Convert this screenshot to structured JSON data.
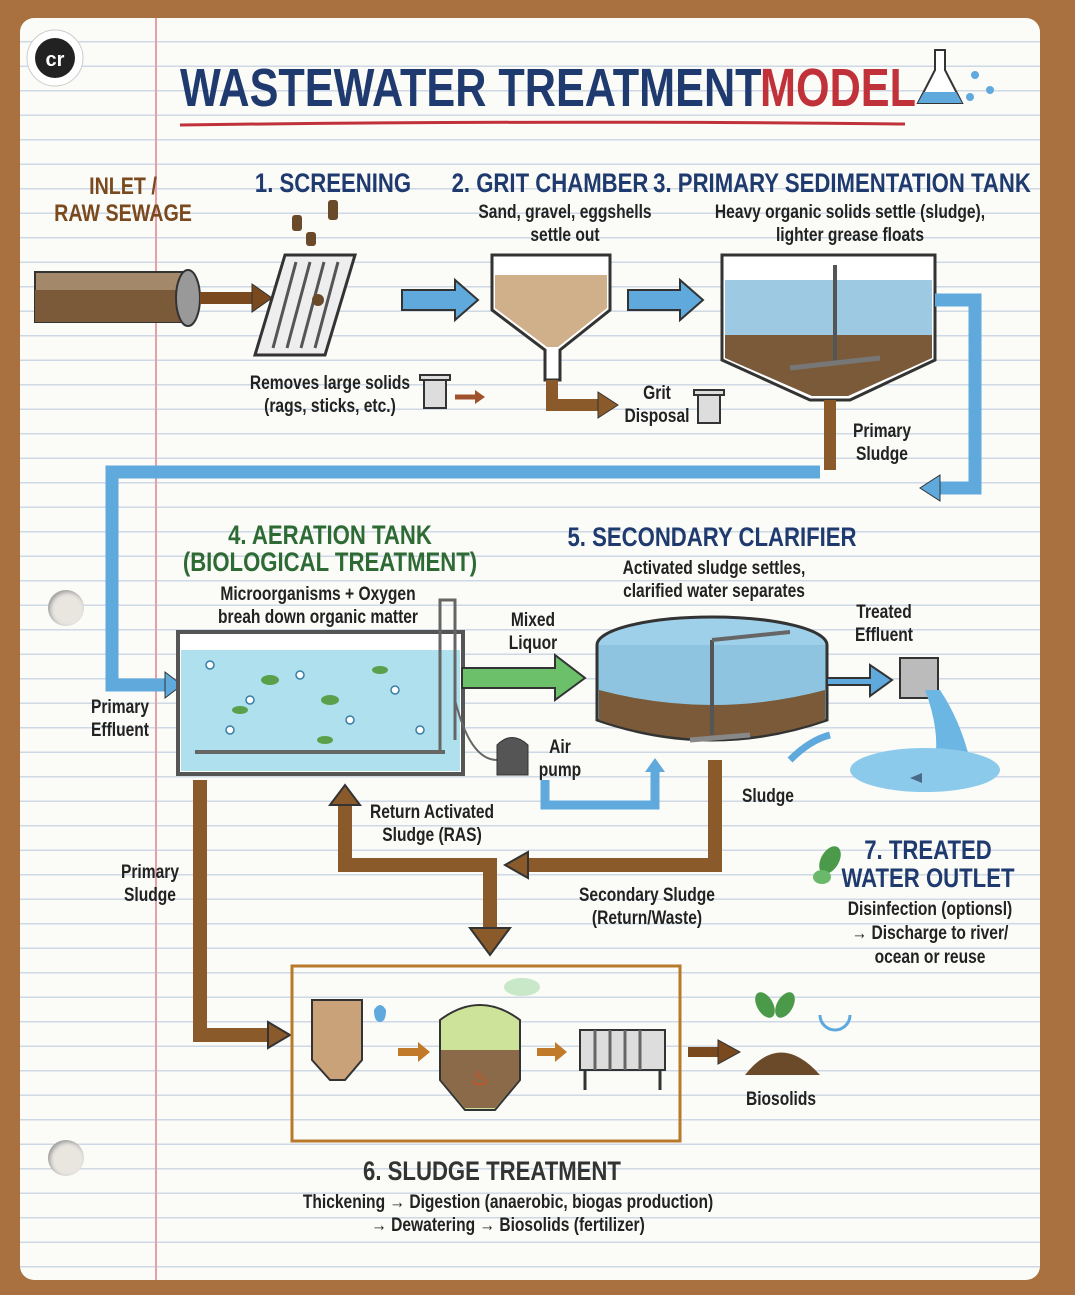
{
  "title": {
    "part1": "WASTEWATER TREATMENT",
    "part2": "MODEL",
    "logo": "cr"
  },
  "colors": {
    "title_blue": "#1f3a6e",
    "title_red": "#c0313a",
    "water": "#5fa9dc",
    "sludge": "#8a5a2b",
    "liquor": "#6cc06a",
    "aeration_green": "#2e6b34",
    "inlet_brown": "#7a4a1e"
  },
  "inlet": {
    "line1": "INLET /",
    "line2": "RAW SEWAGE"
  },
  "screening": {
    "title": "1. SCREENING",
    "note1": "Removes large solids",
    "note2": "(rags, sticks, etc.)"
  },
  "grit": {
    "title": "2. GRIT CHAMBER",
    "note1": "Sand, gravel, eggshells",
    "note2": "settle out",
    "disposal1": "Grit",
    "disposal2": "Disposal"
  },
  "primary": {
    "title": "3. PRIMARY SEDIMENTATION TANK",
    "note1": "Heavy organic solids settle (sludge),",
    "note2": "lighter grease floats",
    "sludge1": "Primary",
    "sludge2": "Sludge"
  },
  "aeration": {
    "title1": "4. AERATION TANK",
    "title2": "(BIOLOGICAL TREATMENT)",
    "note1": "Microorganisms + Oxygen",
    "note2": "breah down organic matter",
    "effluent1": "Primary",
    "effluent2": "Effluent",
    "airpump1": "Air",
    "airpump2": "pump",
    "psludge1": "Primary",
    "psludge2": "Sludge"
  },
  "mixed": {
    "line1": "Mixed",
    "line2": "Liquor"
  },
  "clarifier": {
    "title": "5. SECONDARY CLARIFIER",
    "note1": "Activated sludge settles,",
    "note2": "clarified water separates",
    "treated1": "Treated",
    "treated2": "Effluent",
    "sludge": "Sludge"
  },
  "ras": {
    "line1": "Return Activated",
    "line2": "Sludge (RAS)"
  },
  "secondary_sludge": {
    "line1": "Secondary Sludge",
    "line2": "(Return/Waste)"
  },
  "outlet": {
    "title1": "7. TREATED",
    "title2": "WATER OUTLET",
    "line1": "Disinfection (optionsl)",
    "line2": "→ Discharge to river/",
    "line3": "ocean or reuse"
  },
  "sludge_treatment": {
    "title": "6. SLUDGE TREATMENT",
    "line1": "Thickening → Digestion (anaerobic, biogas production)",
    "line2": "→ Dewatering → Biosolids (fertilizer)",
    "biosolids": "Biosolids"
  }
}
